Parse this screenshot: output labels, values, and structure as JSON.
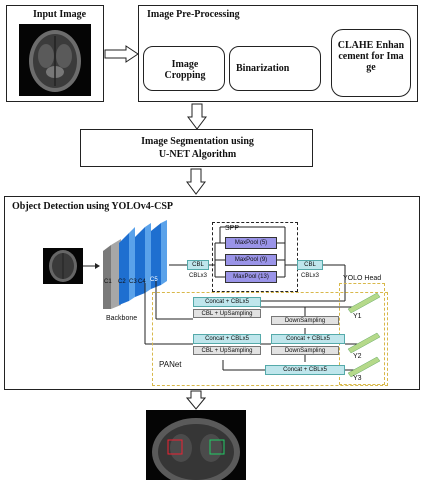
{
  "input": {
    "title": "Input Image"
  },
  "preproc": {
    "title": "Image Pre-Processing",
    "cropping": "Image Cropping",
    "binarization": "Binarization",
    "clahe": "CLAHE Enhancement for Image"
  },
  "segmentation": {
    "line1": "Image Segmentation using",
    "line2": "U-NET Algorithm"
  },
  "detection": {
    "title": "Object Detection using YOLOv4-CSP",
    "backbone": "Backbone",
    "c_labels": [
      "C1",
      "C2",
      "C3",
      "C4",
      "C5"
    ],
    "spp": "SPP",
    "maxpools": [
      "MaxPool (5)",
      "MaxPool (9)",
      "MaxPool (13)"
    ],
    "cbl": "CBL",
    "cblx3_left": "CBLx3",
    "cblx3_right": "CBLx3",
    "yolo_head": "YOLO Head",
    "panet": "PANet",
    "concat1": "Concat + CBLx5",
    "cbl_up1": "CBL + UpSampling",
    "concat2": "Concat + CBLx5",
    "cbl_up2": "CBL + UpSampling",
    "concat3": "Concat + CBLx5",
    "concat4": "Concat + CBLx5",
    "down1": "DownSampling",
    "down2": "DownSampling",
    "outputs": [
      "Y1",
      "Y2",
      "Y3"
    ]
  },
  "colors": {
    "teal": "#bfe6ec",
    "purple": "#9a94e8",
    "blue": "#1e6fd0",
    "yellow_dash": "#d8b84a"
  }
}
